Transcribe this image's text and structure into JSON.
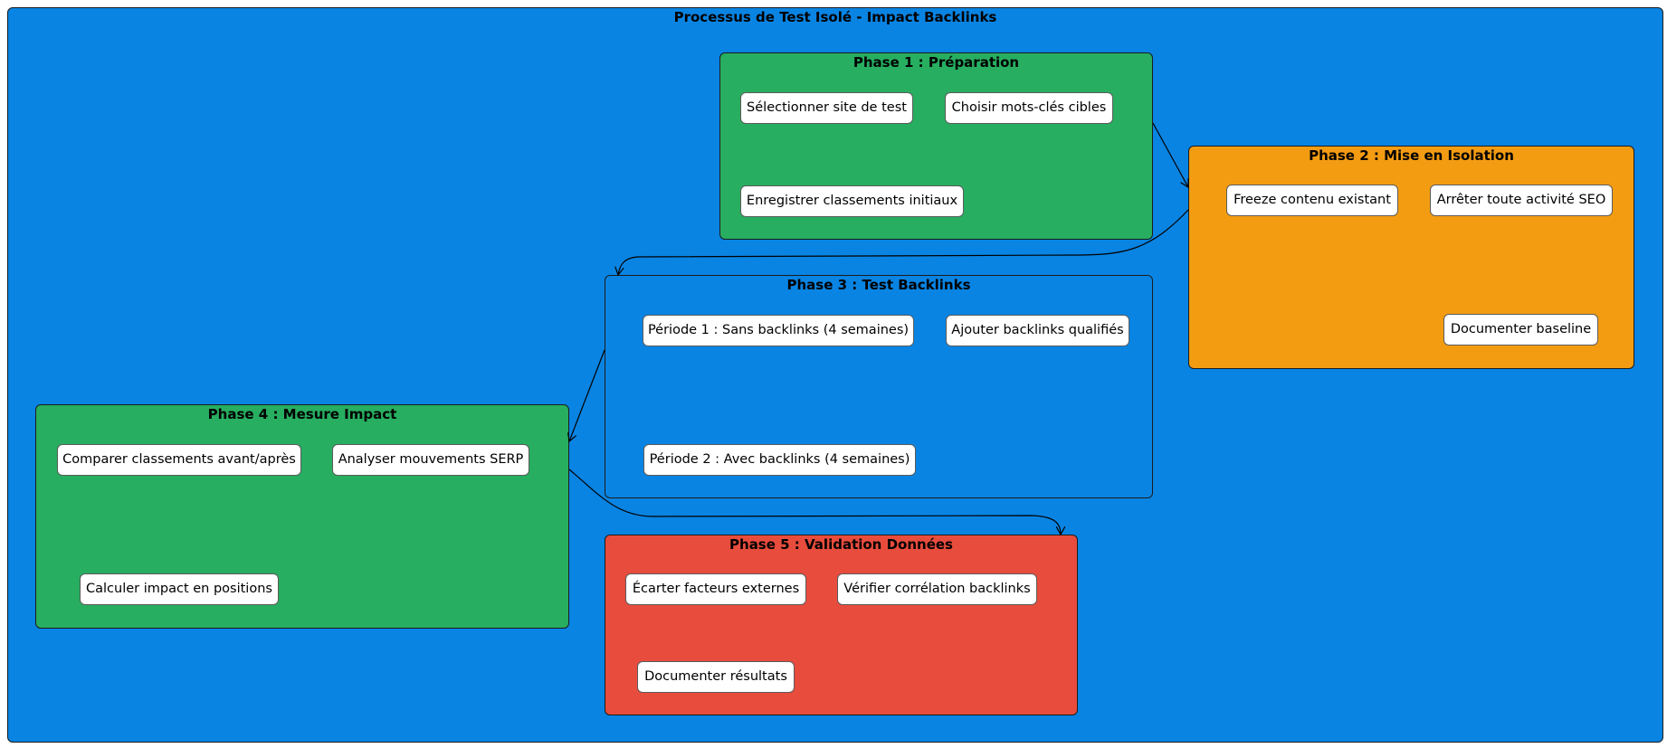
{
  "colors": {
    "container": "#0984e3",
    "green": "#27ae60",
    "orange": "#f39c12",
    "blue": "#0984e3",
    "red": "#e74c3c",
    "node": "#ffffff"
  },
  "title": "Processus de Test Isolé - Impact Backlinks",
  "phase1": {
    "title": "Phase 1 : Préparation",
    "nodes": [
      "Sélectionner site de test",
      "Choisir mots-clés cibles",
      "Enregistrer classements initiaux"
    ]
  },
  "phase2": {
    "title": "Phase 2 : Mise en Isolation",
    "nodes": [
      "Freeze contenu existant",
      "Arrêter toute activité SEO",
      "Documenter baseline"
    ]
  },
  "phase3": {
    "title": "Phase 3 : Test Backlinks",
    "nodes": [
      "Période 1 : Sans backlinks (4 semaines)",
      "Ajouter backlinks qualifiés",
      "Période 2 : Avec backlinks (4 semaines)"
    ]
  },
  "phase4": {
    "title": "Phase 4 : Mesure Impact",
    "nodes": [
      "Comparer classements avant/après",
      "Analyser mouvements SERP",
      "Calculer impact en positions"
    ]
  },
  "phase5": {
    "title": "Phase 5 : Validation Données",
    "nodes": [
      "Écarter facteurs externes",
      "Vérifier corrélation backlinks",
      "Documenter résultats"
    ]
  },
  "edges": [
    {
      "from": "phase1",
      "to": "phase2"
    },
    {
      "from": "phase2",
      "to": "phase3"
    },
    {
      "from": "phase3",
      "to": "phase4"
    },
    {
      "from": "phase4",
      "to": "phase5"
    }
  ]
}
